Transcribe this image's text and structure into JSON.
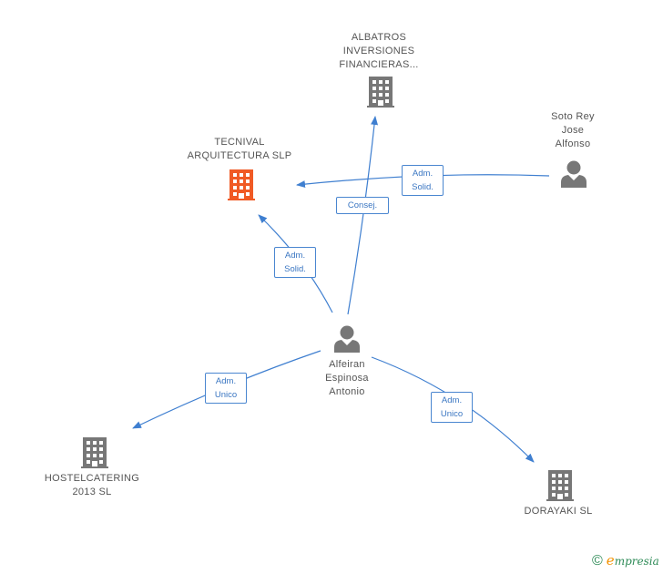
{
  "colors": {
    "edge": "#3f7fd0",
    "node_gray": "#777777",
    "node_highlight": "#f05a24",
    "label_text": "#555555"
  },
  "nodes": {
    "albatros": {
      "lines": [
        "ALBATROS",
        "INVERSIONES",
        "FINANCIERAS..."
      ],
      "icon": "building-icon"
    },
    "tecnival": {
      "lines": [
        "TECNIVAL",
        "ARQUITECTURA SLP"
      ],
      "icon": "building-icon",
      "highlight": true
    },
    "soto": {
      "lines": [
        "Soto Rey",
        "Jose",
        "Alfonso"
      ],
      "icon": "person-icon"
    },
    "alfeiran": {
      "lines": [
        "Alfeiran",
        "Espinosa",
        "Antonio"
      ],
      "icon": "person-icon"
    },
    "hostelcatering": {
      "lines": [
        "HOSTELCATERING",
        "2013 SL"
      ],
      "icon": "building-icon"
    },
    "dorayaki": {
      "lines": [
        "DORAYAKI SL"
      ],
      "icon": "building-icon"
    }
  },
  "edges": {
    "soto_tecnival": {
      "lines": [
        "Adm.",
        "Solid."
      ]
    },
    "alfeiran_albatros": {
      "lines": [
        "Consej."
      ]
    },
    "alfeiran_tecnival": {
      "lines": [
        "Adm.",
        "Solid."
      ]
    },
    "alfeiran_hostel": {
      "lines": [
        "Adm.",
        "Unico"
      ]
    },
    "alfeiran_dorayaki": {
      "lines": [
        "Adm.",
        "Unico"
      ]
    }
  },
  "footer": {
    "copyright": "©",
    "brand_initial": "e",
    "brand_rest": "mpresia"
  }
}
